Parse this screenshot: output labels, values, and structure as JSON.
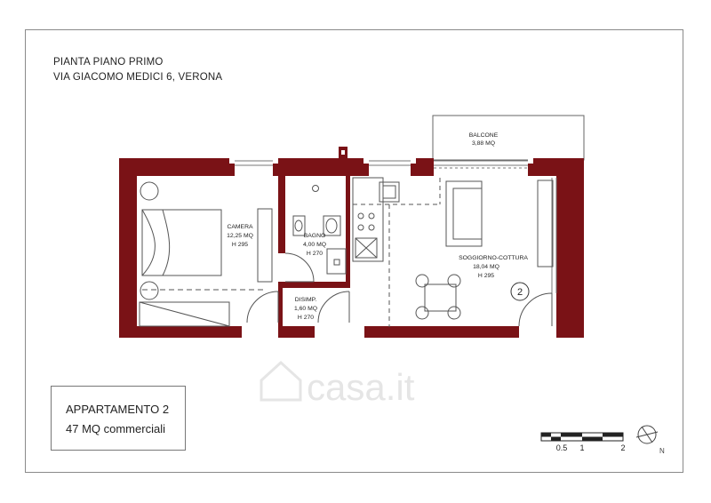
{
  "header": {
    "line1": "PIANTA PIANO PRIMO",
    "line2": "VIA GIACOMO MEDICI 6, VERONA"
  },
  "rooms": [
    {
      "name": "BALCONE",
      "area": "3,88 MQ",
      "height": ""
    },
    {
      "name": "CAMERA",
      "area": "12,25 MQ",
      "height": "H 295"
    },
    {
      "name": "BAGNO",
      "area": "4,00 MQ",
      "height": "H 270"
    },
    {
      "name": "DISIMP.",
      "area": "1,60 MQ",
      "height": "H 270"
    },
    {
      "name": "SOGGIORNO-COTTURA",
      "area": "18,04 MQ",
      "height": "H 295"
    }
  ],
  "unit_marker": "2",
  "apartment": {
    "name": "APPARTAMENTO 2",
    "area": "47 MQ commerciali"
  },
  "scale_bar": {
    "labels": [
      "0.5",
      "1",
      "2"
    ]
  },
  "north_arrow": {
    "label": "N"
  },
  "watermark": "casa.it",
  "colors": {
    "wall": "#7a1216",
    "line": "#555555",
    "frame": "#8a8a8a"
  }
}
